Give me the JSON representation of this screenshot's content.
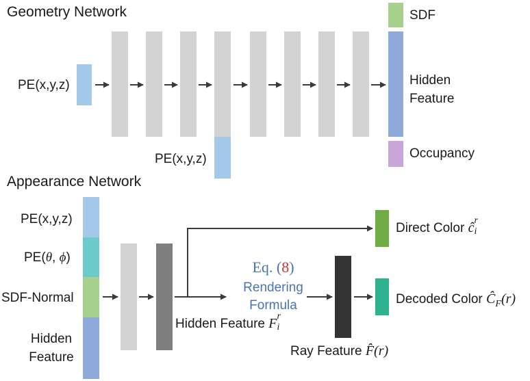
{
  "geometry": {
    "title": "Geometry Network",
    "input_label": "PE(x,y,z)",
    "skip_input_label": "PE(x,y,z)",
    "outputs": {
      "sdf": "SDF",
      "hidden_feature_line1": "Hidden",
      "hidden_feature_line2": "Feature",
      "occupancy": "Occupancy"
    }
  },
  "appearance": {
    "title": "Appearance Network",
    "inputs": {
      "pe_xyz": "PE(x,y,z)",
      "pe_dir_prefix": "PE(",
      "pe_dir_theta": "θ",
      "pe_dir_sep": ", ",
      "pe_dir_phi": "ϕ",
      "pe_dir_suffix": ")",
      "sdf_normal": "SDF-Normal",
      "hidden_line1": "Hidden",
      "hidden_line2": "Feature"
    },
    "hidden_feature_label": "Hidden Feature ",
    "hidden_feature_symbol": "F",
    "hidden_feature_sub": "i",
    "hidden_feature_sup": "r",
    "eq_prefix": "Eq. (",
    "eq_number": "8",
    "eq_suffix": ")",
    "rendering_line1": "Rendering",
    "rendering_line2": "Formula",
    "ray_feature_label": "Ray Feature ",
    "ray_feature_symbol": "F̂(r)",
    "direct_color_label": "Direct Color ",
    "direct_color_symbol": "ĉ",
    "direct_color_sub": "i",
    "direct_color_sup": "r",
    "decoded_color_label": "Decoded Color ",
    "decoded_color_symbol": "Ĉ",
    "decoded_color_sub": "F",
    "decoded_color_suffix": "(r)"
  },
  "colors": {
    "pe_blue": "#a3c8e8",
    "gray_layer": "#d3d3d3",
    "dark_gray_layer": "#7f7f7f",
    "black_layer": "#333333",
    "sdf_green": "#a8d08d",
    "hidden_blue": "#8eaadb",
    "occupancy_purple": "#c9a6d8",
    "dir_teal": "#6ccaca",
    "direct_green": "#70ad47",
    "decoded_teal": "#2fb38f",
    "eq_blue": "#4a73b5",
    "eq_red": "#d32f2f"
  }
}
